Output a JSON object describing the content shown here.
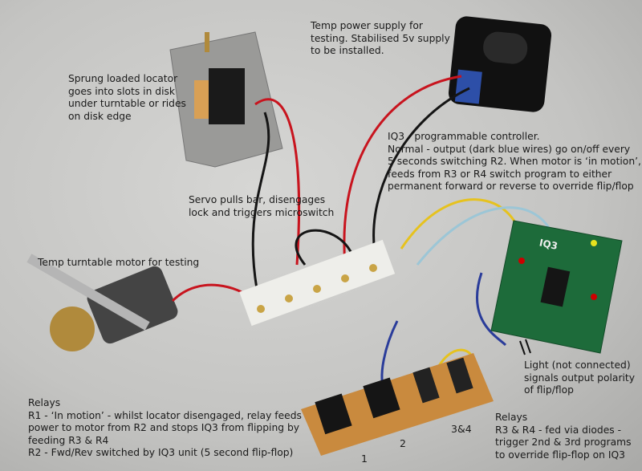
{
  "annotations": {
    "power_supply": "Temp power supply for\ntesting. Stabilised 5v supply\nto be installed.",
    "locator": "Sprung loaded locator\ngoes into slots in disk\nunder turntable or rides\non disk edge",
    "iq3": "IQ3 - programmable controller.\nNormal - output (dark blue wires) go on/off every\n5 seconds switching R2. When motor is ‘in motion’,\nfeeds from R3 or R4 switch program to either\npermanent forward or reverse to override flip/flop",
    "servo": "Servo pulls bar, disengages\nlock and triggers microswitch",
    "motor": "Temp turntable motor for testing",
    "light": "Light (not connected)\nsignals output polarity\nof flip/flop",
    "relays_left": "Relays\nR1 - ‘In motion’ - whilst locator disengaged, relay feeds\npower to motor from R2 and stops IQ3 from flipping by\nfeeding R3 & R4\nR2 - Fwd/Rev switched by IQ3 unit (5 second flip-flop)",
    "relays_right": "Relays\nR3 & R4 - fed via diodes -\ntrigger 2nd & 3rd programs\nto override flip-flop on IQ3"
  },
  "relay_labels": {
    "r1": "1",
    "r2": "2",
    "r34": "3&4"
  },
  "board_label": "IQ3",
  "colors": {
    "wire_red": "#c8141e",
    "wire_black": "#151515",
    "wire_yellow": "#e6c21e",
    "wire_blue": "#2a3c9a",
    "wire_lightblue": "#9cc6d6",
    "pcb_green": "#1d6b3a",
    "stripboard": "#c98a3e"
  }
}
